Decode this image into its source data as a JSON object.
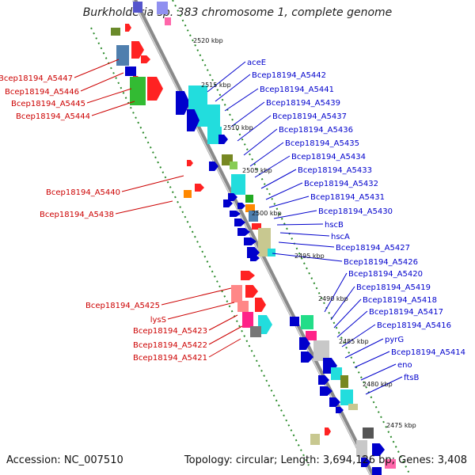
{
  "title": "Burkholderia sp. 383 chromosome 1, complete genome",
  "footer": {
    "accession": "Accession: NC_007510",
    "summary": "Topology: circular; Length: 3,694,126 bp; Genes: 3,408"
  },
  "colors": {
    "left_labels": "#cc0000",
    "right_labels": "#0000cc",
    "backbone": "#8a8a8a",
    "dots": "#2a8a2a"
  },
  "kbp_ticks": [
    "2520 kbp",
    "2515 kbp",
    "2510 kbp",
    "2505 kbp",
    "2500 kbp",
    "2495 kbp",
    "2490 kbp",
    "2485 kbp",
    "2480 kbp",
    "2475 kbp"
  ],
  "left_labels": [
    "Bcep18194_A5447",
    "Bcep18194_A5446",
    "Bcep18194_A5445",
    "Bcep18194_A5444",
    "Bcep18194_A5440",
    "Bcep18194_A5438",
    "Bcep18194_A5425",
    "lysS",
    "Bcep18194_A5423",
    "Bcep18194_A5422",
    "Bcep18194_A5421"
  ],
  "right_labels": [
    "aceE",
    "Bcep18194_A5442",
    "Bcep18194_A5441",
    "Bcep18194_A5439",
    "Bcep18194_A5437",
    "Bcep18194_A5436",
    "Bcep18194_A5435",
    "Bcep18194_A5434",
    "Bcep18194_A5433",
    "Bcep18194_A5432",
    "Bcep18194_A5431",
    "Bcep18194_A5430",
    "hscB",
    "hscA",
    "Bcep18194_A5427",
    "Bcep18194_A5426",
    "Bcep18194_A5420",
    "Bcep18194_A5419",
    "Bcep18194_A5418",
    "Bcep18194_A5417",
    "Bcep18194_A5416",
    "pyrG",
    "Bcep18194_A5414",
    "eno",
    "ftsB"
  ]
}
